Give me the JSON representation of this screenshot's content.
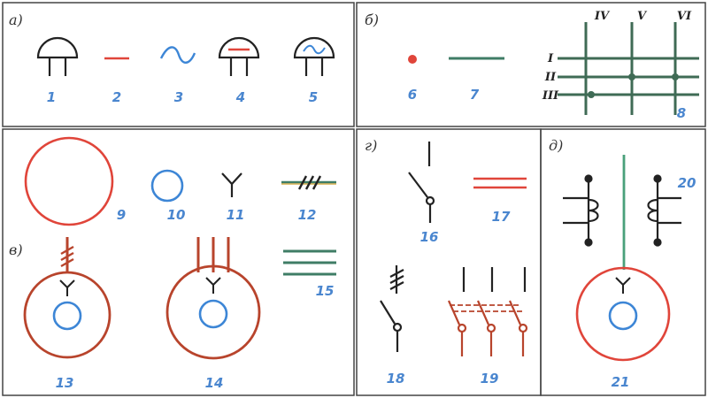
{
  "colors": {
    "border": "#444444",
    "black": "#222222",
    "red": "#e0453a",
    "darkred": "#b8442c",
    "blue": "#3d86d6",
    "green": "#3f7d66",
    "numbers": "#4a86cf"
  },
  "sections": {
    "a": {
      "label": "а)"
    },
    "b": {
      "label": "б)"
    },
    "v": {
      "label": "в)"
    },
    "g": {
      "label": "г)"
    },
    "d": {
      "label": "д)"
    }
  },
  "grid_labels": {
    "columns": [
      "IV",
      "V",
      "VI"
    ],
    "rows": [
      "I",
      "II",
      "III"
    ]
  },
  "numbers": {
    "n1": "1",
    "n2": "2",
    "n3": "3",
    "n4": "4",
    "n5": "5",
    "n6": "6",
    "n7": "7",
    "n8": "8",
    "n9": "9",
    "n10": "10",
    "n11": "11",
    "n12": "12",
    "n13": "13",
    "n14": "14",
    "n15": "15",
    "n16": "16",
    "n17": "17",
    "n18": "18",
    "n19": "19",
    "n20": "20",
    "n21": "21"
  }
}
